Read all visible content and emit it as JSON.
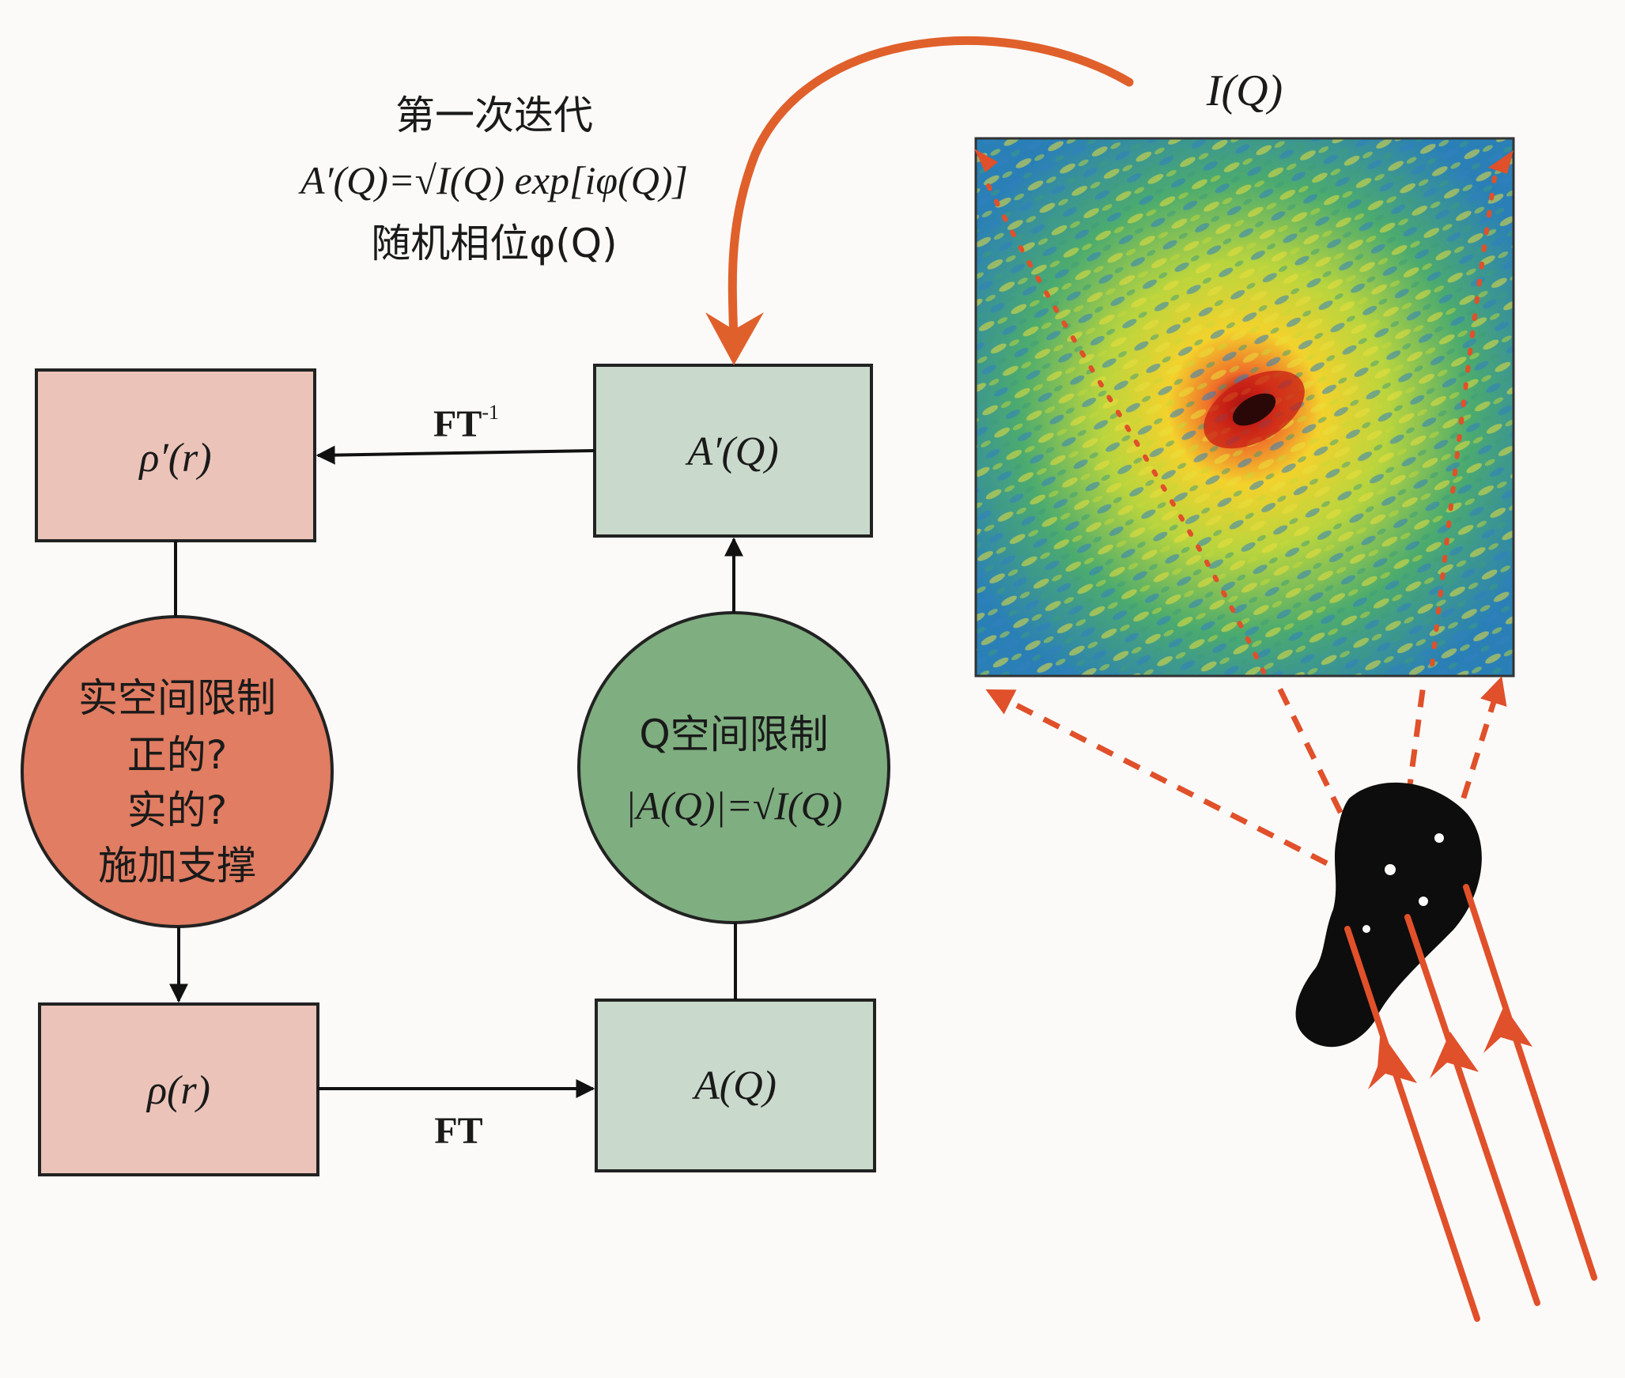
{
  "iteration_note": {
    "title": "第一次迭代",
    "equation": "A′(Q)=√I(Q) exp[iφ(Q)]",
    "phase_note": "随机相位φ(Q)"
  },
  "boxes": {
    "rho_prime": "ρ′(r)",
    "a_prime": "A′(Q)",
    "rho": "ρ(r)",
    "a": "A(Q)"
  },
  "arrows": {
    "inverse_ft": "FT",
    "inverse_ft_sup": "-1",
    "ft": "FT"
  },
  "real_space_constraint": {
    "lines": [
      "实空间限制",
      "正的?",
      "实的?",
      "施加支撑"
    ]
  },
  "q_space_constraint": {
    "line1": "Q空间限制",
    "line2": "|A(Q)|=√I(Q)"
  },
  "pattern_label": "I(Q)",
  "colors": {
    "real_box": "#ebc3b9",
    "recip_box": "#c9d9cb",
    "real_circle": "#e07d62",
    "recip_circle": "#7fae80",
    "beam": "#e0502a",
    "line": "#111111"
  }
}
